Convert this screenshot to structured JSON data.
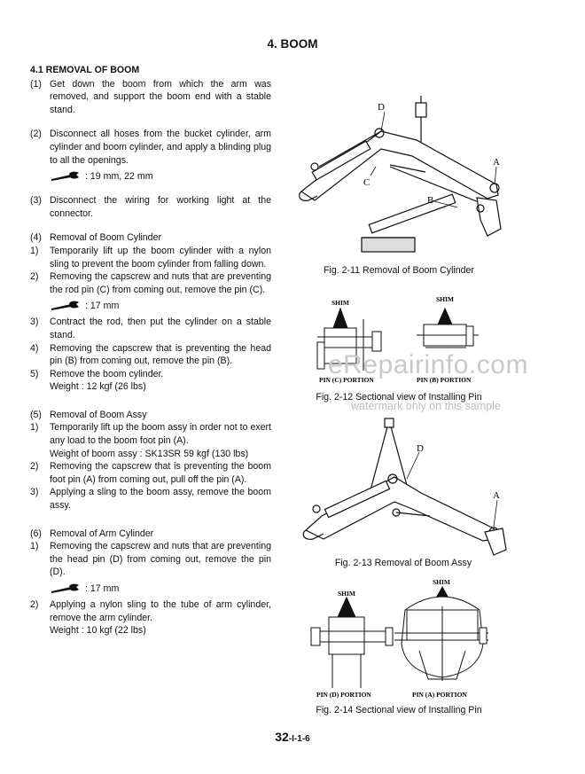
{
  "title": "4. BOOM",
  "section_heading": "4.1 REMOVAL OF BOOM",
  "steps": [
    {
      "num": "(1)",
      "text": "Get down the boom from which the arm was removed, and support the boom end with a stable stand."
    },
    {
      "num": "(2)",
      "text": "Disconnect all hoses from the bucket cylinder, arm cylinder and boom cylinder, and apply a blinding plug to all the openings."
    },
    {
      "wrench": ": 19 mm, 22 mm"
    },
    {
      "num": "(3)",
      "text": "Disconnect the wiring for working light at the connector."
    }
  ],
  "boom_cylinder": {
    "heading_num": "(4)",
    "heading": "Removal of Boom Cylinder",
    "steps": [
      {
        "num": "1)",
        "text": "Temporarily lift up the boom cylinder with a nylon sling to prevent the boom cylinder from falling down."
      },
      {
        "num": "2)",
        "text": "Removing the capscrew and nuts that are preventing the rod pin (C) from coming out, remove the pin (C)."
      },
      {
        "wrench": ": 17 mm"
      },
      {
        "num": "3)",
        "text": "Contract the rod, then put the cylinder on a stable stand."
      },
      {
        "num": "4)",
        "text": "Removing the capscrew that is preventing the head pin (B) from coming out, remove the pin (B)."
      },
      {
        "num": "5)",
        "text": "Remove the boom cylinder.",
        "extra": "Weight : 12 kgf (26 lbs)"
      }
    ]
  },
  "boom_assy": {
    "heading_num": "(5)",
    "heading": "Removal of Boom Assy",
    "steps": [
      {
        "num": "1)",
        "text": "Temporarily lift up the boom assy in order not to exert any load to the boom foot pin (A).",
        "extra": "Weight of boom assy : SK13SR 59 kgf (130 lbs)"
      },
      {
        "num": "2)",
        "text": "Removing the capscrew that is preventing the boom foot pin (A) from coming out, pull off the pin (A)."
      },
      {
        "num": "3)",
        "text": "Applying a sling to the boom assy, remove the boom assy."
      }
    ]
  },
  "arm_cylinder": {
    "heading_num": "(6)",
    "heading": "Removal of Arm Cylinder",
    "steps": [
      {
        "num": "1)",
        "text": "Removing the capscrew and nuts that are preventing the head pin (D) from coming out, remove the pin (D)."
      },
      {
        "wrench": ": 17 mm"
      },
      {
        "num": "2)",
        "text": "Applying a nylon sling to the tube of arm cylinder, remove the arm cylinder.",
        "extra": "Weight : 10 kgf (22 lbs)"
      }
    ]
  },
  "figures": {
    "fig211": {
      "caption": "Fig. 2-11  Removal of Boom Cylinder",
      "labels": {
        "a": "A",
        "b": "B",
        "c": "C",
        "d": "D"
      }
    },
    "fig212": {
      "caption": "Fig. 2-12  Sectional view of Installing Pin",
      "shim1": "SHIM",
      "shim2": "SHIM",
      "portion1": "PIN (C) PORTION",
      "portion2": "PIN (B) PORTION"
    },
    "fig213": {
      "caption": "Fig. 2-13  Removal of Boom Assy",
      "labels": {
        "a": "A",
        "d": "D"
      }
    },
    "fig214": {
      "caption": "Fig. 2-14  Sectional view of Installing Pin",
      "shim1": "SHIM",
      "shim2": "SHIM",
      "portion1": "PIN (D) PORTION",
      "portion2": "PIN (A) PORTION"
    }
  },
  "watermark": {
    "main": "eRepairinfo.com",
    "sub": "watermark only on this sample"
  },
  "page_number": {
    "main": "32",
    "suffix": "-I-1-6"
  }
}
